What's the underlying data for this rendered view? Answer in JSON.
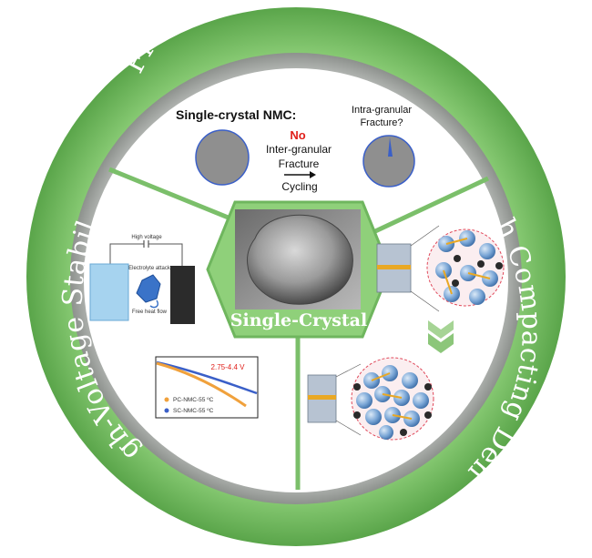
{
  "ring": {
    "top_text": "Free of Intergranular Cracks",
    "left_text": "High-Voltage Stability",
    "right_text": "High Compacting Density"
  },
  "center": {
    "label": "Single-Crystal"
  },
  "top_panel": {
    "title": "Single-crystal NMC:",
    "no": "No",
    "line1": "Inter-granular",
    "line2": "Fracture",
    "line3": "Cycling",
    "right_label_1": "Intra-granular",
    "right_label_2": "Fracture?"
  },
  "left_panel": {
    "high_voltage": "High voltage",
    "electrolyte_attack": "Electrolyte attack",
    "free_heat_flow": "Free heat flow",
    "voltage_range": "2.75-4.4 V",
    "legend_pc": "PC-NMC-55 ºC",
    "legend_sc": "SC-NMC-55 ºC"
  },
  "colors": {
    "ring_outer": "#7cc16a",
    "ring_inner_gray": "#9ea39e",
    "hexagon": "#8fd07a",
    "divider": "#7bbf6a",
    "red": "#e0201b",
    "orange": "#f0a13c",
    "blue": "#3a5fc8"
  }
}
